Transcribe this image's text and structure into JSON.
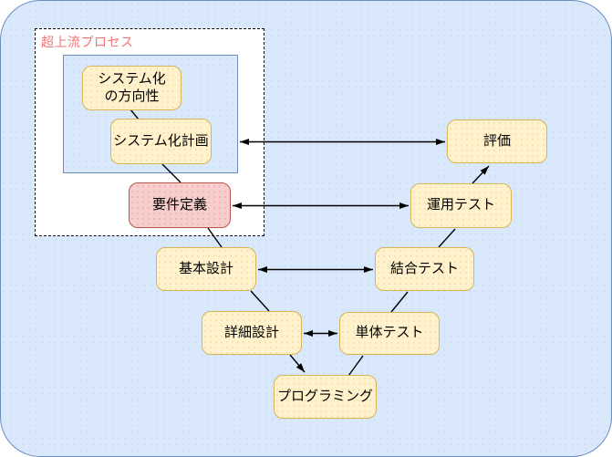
{
  "diagram": {
    "group": {
      "label": "超上流プロセス",
      "label_color": "#f47474"
    },
    "nodes": [
      {
        "id": "systemization-direction",
        "label": "システム化\nの方向性",
        "fill": "#fff2cc",
        "border": "#d6b656"
      },
      {
        "id": "systemization-plan",
        "label": "システム化計画",
        "fill": "#fff2cc",
        "border": "#d6b656"
      },
      {
        "id": "requirements-definition",
        "label": "要件定義",
        "fill": "#f8cecc",
        "border": "#b85450"
      },
      {
        "id": "basic-design",
        "label": "基本設計",
        "fill": "#fff2cc",
        "border": "#d6b656"
      },
      {
        "id": "detailed-design",
        "label": "詳細設計",
        "fill": "#fff2cc",
        "border": "#d6b656"
      },
      {
        "id": "programming",
        "label": "プログラミング",
        "fill": "#fff2cc",
        "border": "#d6b656"
      },
      {
        "id": "unit-test",
        "label": "単体テスト",
        "fill": "#fff2cc",
        "border": "#d6b656"
      },
      {
        "id": "integration-test",
        "label": "結合テスト",
        "fill": "#fff2cc",
        "border": "#d6b656"
      },
      {
        "id": "operation-test",
        "label": "運用テスト",
        "fill": "#fff2cc",
        "border": "#d6b656"
      },
      {
        "id": "evaluation",
        "label": "評価",
        "fill": "#fff2cc",
        "border": "#d6b656"
      }
    ],
    "edges": [
      {
        "from": "システム化の方向性",
        "to": "システム化計画",
        "style": "line"
      },
      {
        "from": "システム化計画",
        "to": "要件定義",
        "style": "line"
      },
      {
        "from": "要件定義",
        "to": "基本設計",
        "style": "line"
      },
      {
        "from": "基本設計",
        "to": "詳細設計",
        "style": "line"
      },
      {
        "from": "詳細設計",
        "to": "プログラミング",
        "style": "arrow"
      },
      {
        "from": "プログラミング",
        "to": "単体テスト",
        "style": "line"
      },
      {
        "from": "単体テスト",
        "to": "結合テスト",
        "style": "line"
      },
      {
        "from": "結合テスト",
        "to": "運用テスト",
        "style": "line"
      },
      {
        "from": "運用テスト",
        "to": "評価",
        "style": "arrow"
      },
      {
        "from": "超上流プロセス枠",
        "to": "評価",
        "style": "double-arrow"
      },
      {
        "from": "要件定義",
        "to": "運用テスト",
        "style": "double-arrow"
      },
      {
        "from": "基本設計",
        "to": "結合テスト",
        "style": "double-arrow"
      },
      {
        "from": "詳細設計",
        "to": "単体テスト",
        "style": "double-arrow"
      }
    ],
    "colors": {
      "canvas_fill": "#dae8fc",
      "canvas_border": "#6c8ebf",
      "node_fill": "#fff2cc",
      "node_border": "#d6b656",
      "highlight_fill": "#f8cecc",
      "highlight_border": "#b85450",
      "group_label_color": "#f47474",
      "edge_color": "#000000"
    }
  }
}
